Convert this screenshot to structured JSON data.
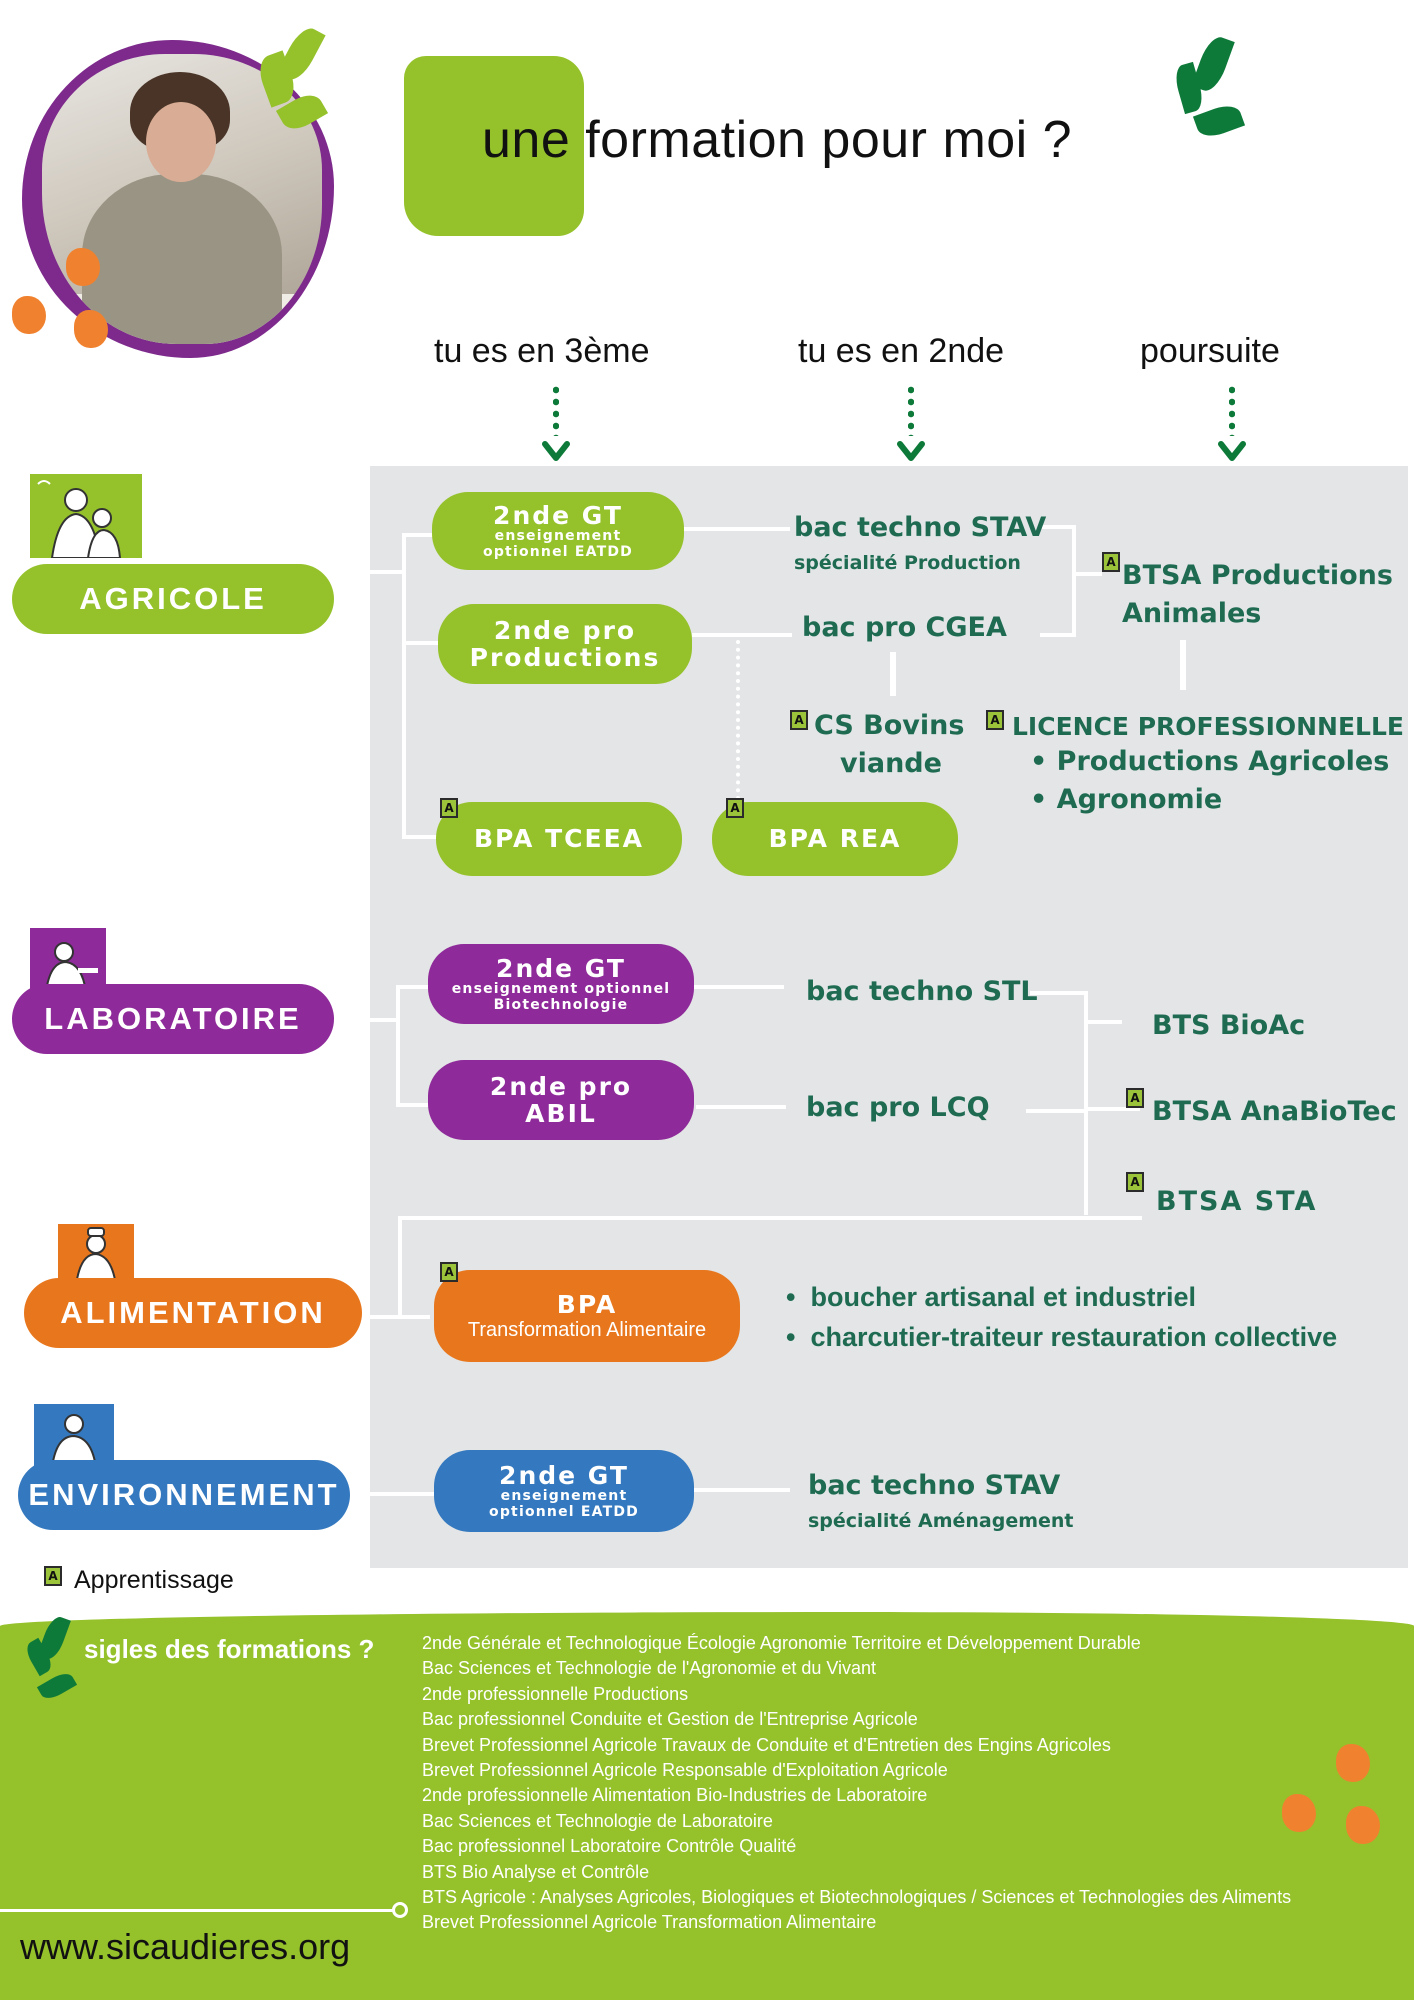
{
  "title": "une formation pour moi ?",
  "columns": {
    "col1": "tu es en 3ème",
    "col2": "tu es en 2nde",
    "col3": "poursuite"
  },
  "categories": {
    "agricole": "AGRICOLE",
    "laboratoire": "LABORATOIRE",
    "alimentation": "ALIMENTATION",
    "environnement": "ENVIRONNEMENT"
  },
  "agricole": {
    "gt": {
      "line1": "2nde GT",
      "line2": "enseignement",
      "line3": "optionnel EATDD"
    },
    "pro": {
      "line1": "2nde pro",
      "line2": "Productions"
    },
    "bpa_tceea": "BPA TCEEA",
    "bpa_rea": "BPA REA",
    "stav": {
      "name": "bac techno STAV",
      "spec": "spécialité Production"
    },
    "cgea": "bac pro CGEA",
    "cs": {
      "line1": "CS Bovins",
      "line2": "viande"
    },
    "btsa": {
      "line1": "BTSA Productions",
      "line2": "Animales"
    },
    "licence": {
      "title": "LICENCE PROFESSIONNELLE",
      "items": [
        "Productions Agricoles",
        "Agronomie"
      ]
    }
  },
  "laboratoire": {
    "gt": {
      "line1": "2nde GT",
      "line2": "enseignement optionnel",
      "line3": "Biotechnologie"
    },
    "pro": {
      "line1": "2nde pro",
      "line2": "ABIL"
    },
    "stl": "bac techno STL",
    "lcq": "bac pro LCQ",
    "bioac": "BTS BioAc",
    "anabiotec": "BTSA AnaBioTec",
    "sta": "BTSA STA"
  },
  "alimentation": {
    "bpa": {
      "line1": "BPA",
      "line2": "Transformation Alimentaire"
    },
    "items": [
      "boucher artisanal et industriel",
      "charcutier-traiteur restauration collective"
    ]
  },
  "environnement": {
    "gt": {
      "line1": "2nde GT",
      "line2": "enseignement",
      "line3": "optionnel EATDD"
    },
    "stav": {
      "name": "bac techno STAV",
      "spec": "spécialité Aménagement"
    }
  },
  "badge_letter": "A",
  "legend": "Apprentissage",
  "footer": {
    "heading": "sigles des formations ?",
    "definitions": [
      "2nde Générale et Technologique Écologie Agronomie Territoire et Développement Durable",
      "Bac Sciences et Technologie de l'Agronomie et du Vivant",
      "2nde professionnelle Productions",
      "Bac professionnel Conduite et Gestion de l'Entreprise Agricole",
      "Brevet Professionnel Agricole Travaux de Conduite et d'Entretien des Engins Agricoles",
      "Brevet Professionnel Agricole Responsable d'Exploitation Agricole",
      "2nde professionnelle Alimentation Bio-Industries de Laboratoire",
      "Bac Sciences et Technologie de Laboratoire",
      "Bac professionnel Laboratoire Contrôle Qualité",
      "BTS Bio Analyse et Contrôle",
      "BTS Agricole : Analyses Agricoles, Biologiques et Biotechnologiques / Sciences et Technologies des Aliments",
      "Brevet Professionnel Agricole Transformation Alimentaire"
    ],
    "website": "www.sicaudieres.org"
  },
  "colors": {
    "green": "#95c22b",
    "purple": "#8e2a99",
    "orange": "#e8761c",
    "blue": "#3479bf",
    "dark_green_text": "#1e6b52",
    "panel_grey": "#e3e5e6"
  }
}
